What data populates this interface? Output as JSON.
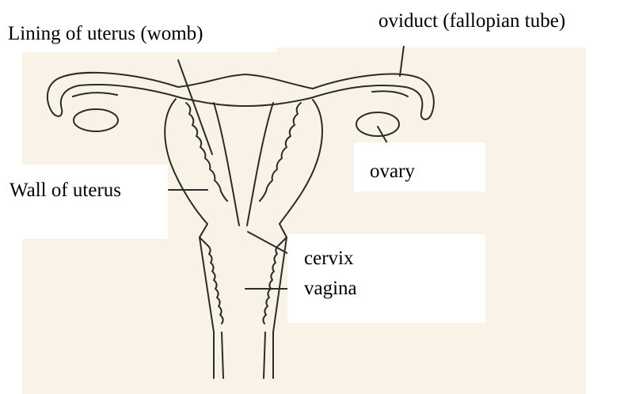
{
  "diagram": {
    "labels": {
      "lining": "Lining of uterus (womb)",
      "oviduct": "oviduct (fallopian tube)",
      "ovary": "ovary",
      "wall": "Wall of uterus",
      "cervix": "cervix",
      "vagina": "vagina"
    }
  },
  "colors": {
    "paper": "#f8f3e6",
    "ink": "#2b2b2b",
    "label_background": "#ffffff"
  }
}
